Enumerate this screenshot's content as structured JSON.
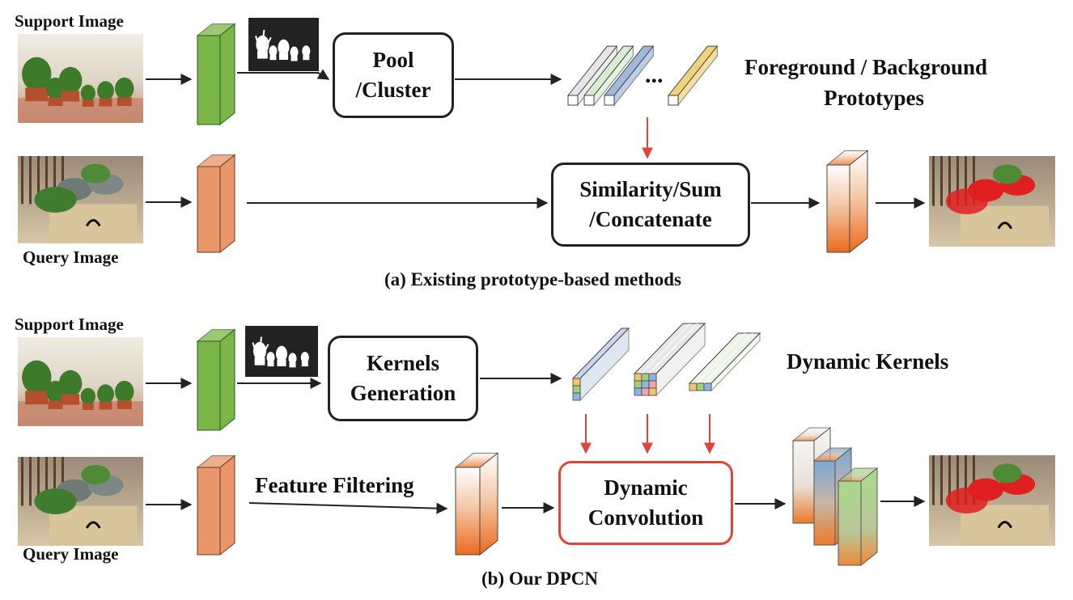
{
  "labels": {
    "support_a": "Support Image",
    "query_a": "Query Image",
    "support_b": "Support Image",
    "query_b": "Query Image",
    "proto_line1": "Foreground / Background",
    "proto_line2": "Prototypes",
    "dyn_kernels": "Dynamic Kernels",
    "feature_filtering": "Feature Filtering",
    "dots": "..."
  },
  "boxes": {
    "pool_line1": "Pool",
    "pool_line2": "/Cluster",
    "sim_line1": "Similarity/Sum",
    "sim_line2": "/Concatenate",
    "kern_line1": "Kernels",
    "kern_line2": "Generation",
    "dynconv_line1": "Dynamic",
    "dynconv_line2": "Convolution"
  },
  "captions": {
    "a": "(a) Existing prototype-based methods",
    "b": "(b) Our DPCN"
  },
  "colors": {
    "support_feature": "#7ab648",
    "query_feature": "#e8966a",
    "arrow": "#222222",
    "red_arrow": "#e0453a",
    "prediction": "#e02020"
  }
}
